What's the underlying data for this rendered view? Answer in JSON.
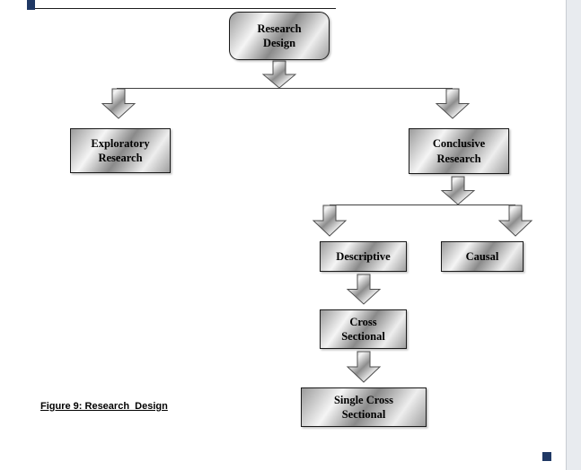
{
  "figure": {
    "caption": "Figure 9: Research  Design"
  },
  "nodes": {
    "research_design": {
      "line1": "Research",
      "line2": "Design"
    },
    "exploratory": {
      "line1": "Exploratory",
      "line2": "Research"
    },
    "conclusive": {
      "line1": "Conclusive",
      "line2": "Research"
    },
    "descriptive": {
      "label": "Descriptive"
    },
    "causal": {
      "label": "Causal"
    },
    "cross_sectional": {
      "line1": "Cross",
      "line2": "Sectional"
    },
    "single_cross_sectional": {
      "line1": "Single Cross",
      "line2": "Sectional"
    }
  },
  "colors": {
    "node_border": "#1a1a1a",
    "connector_line": "#3f3f3f",
    "anchor_marker": "#1f3864",
    "page_background": "#ffffff"
  }
}
